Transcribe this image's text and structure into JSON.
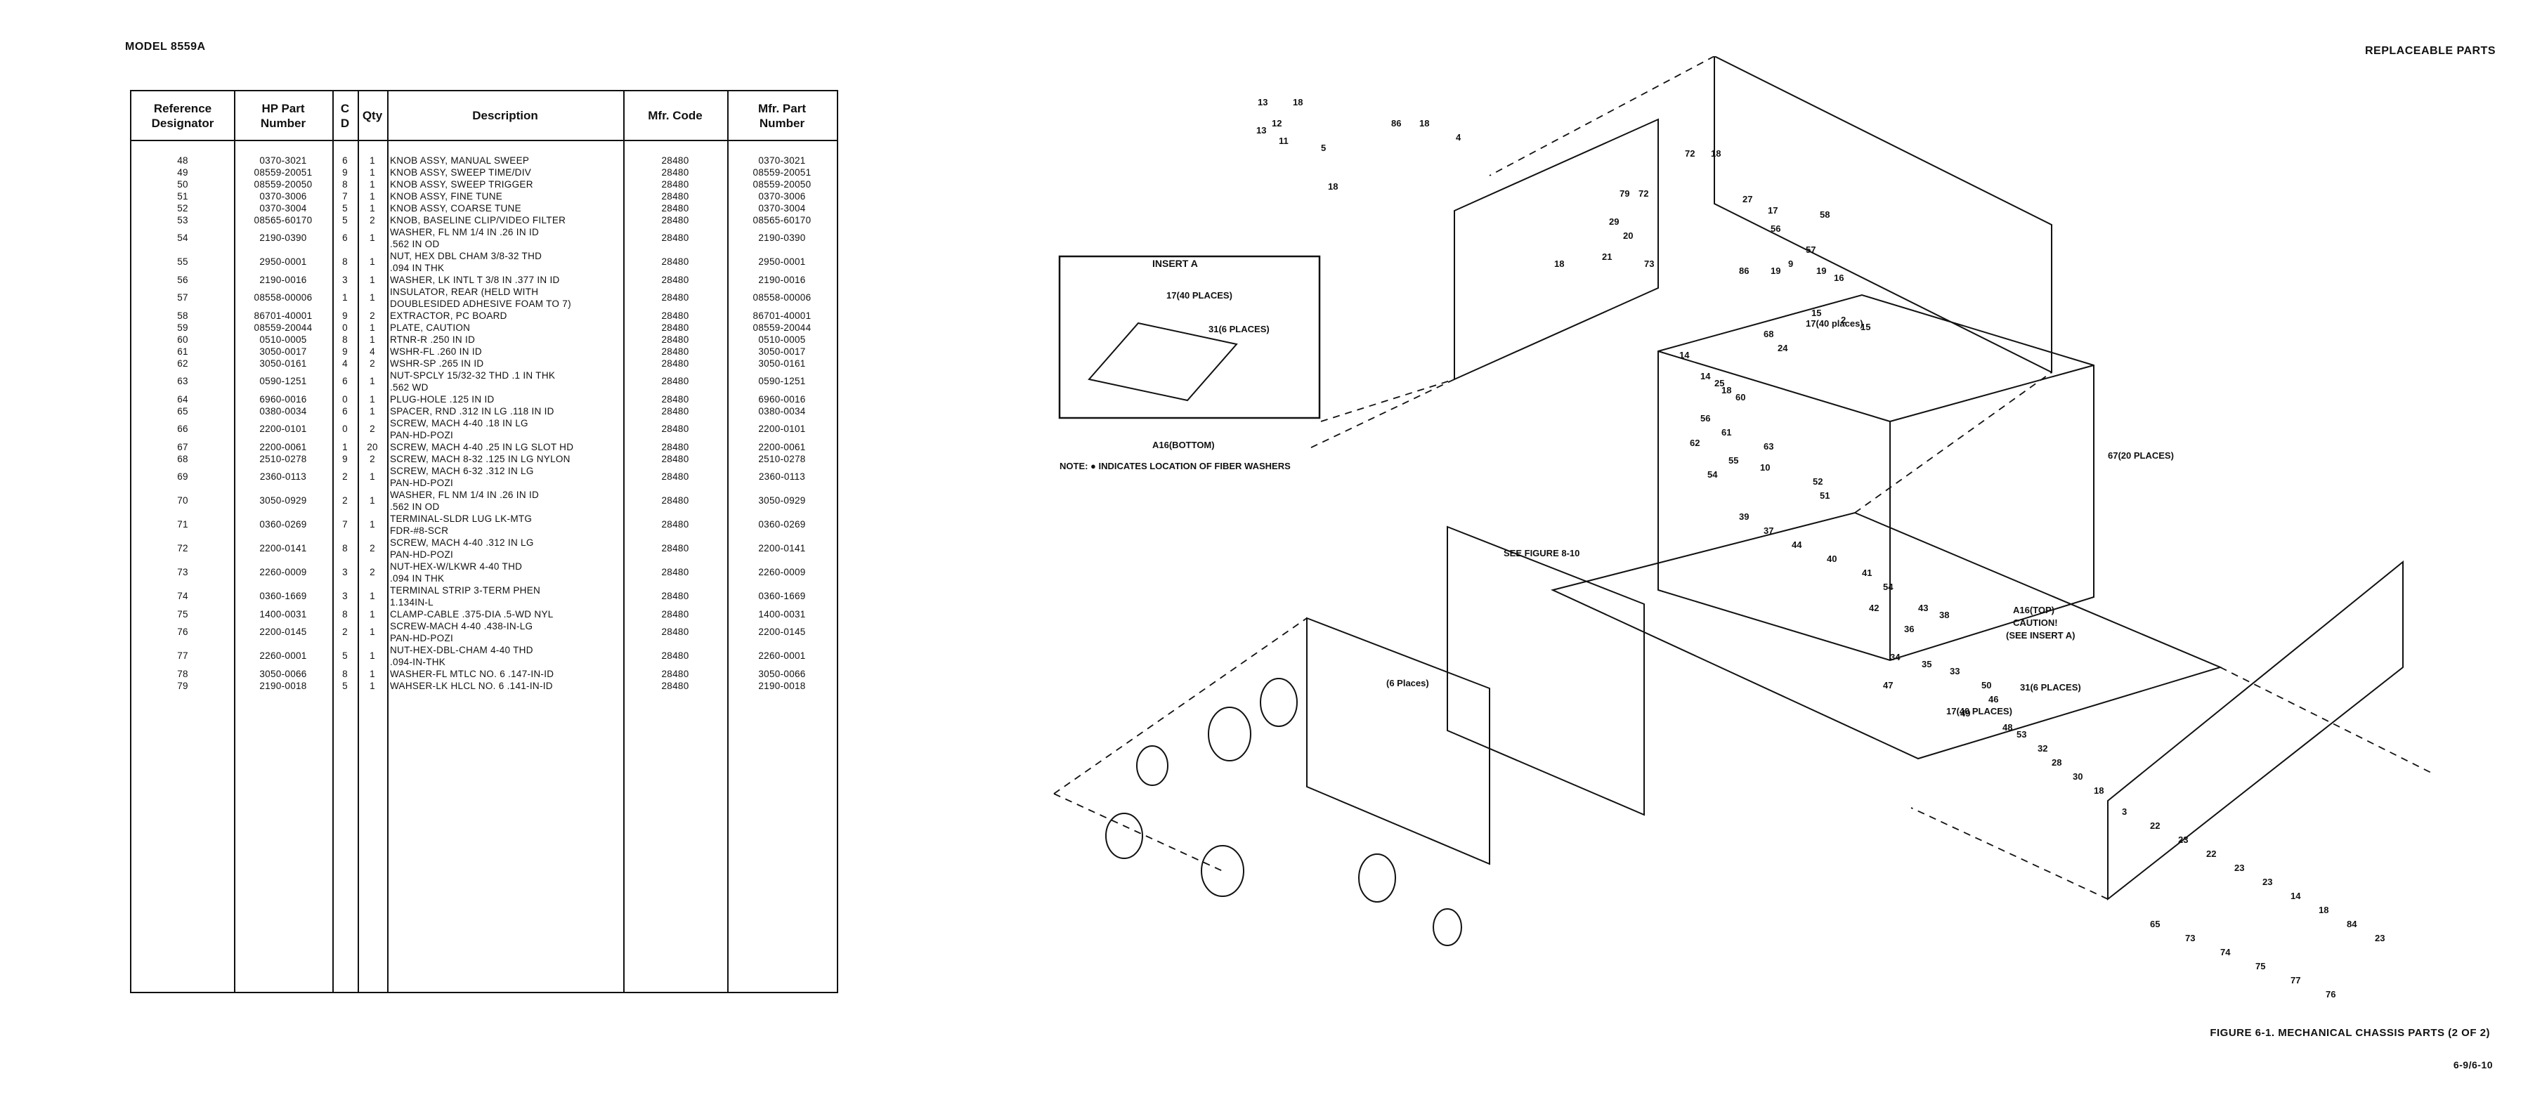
{
  "header": {
    "model": "MODEL 8559A",
    "section": "REPLACEABLE PARTS"
  },
  "table": {
    "columns": [
      "Reference\nDesignator",
      "HP Part\nNumber",
      "C\nD",
      "Qty",
      "Description",
      "Mfr. Code",
      "Mfr. Part\nNumber"
    ],
    "rows": [
      {
        "ref": "48",
        "hp": "0370-3021",
        "cd": "6",
        "qty": "1",
        "desc": [
          "KNOB ASSY, MANUAL SWEEP"
        ],
        "mfr": "28480",
        "mpn": "0370-3021"
      },
      {
        "ref": "49",
        "hp": "08559-20051",
        "cd": "9",
        "qty": "1",
        "desc": [
          "KNOB ASSY, SWEEP TIME/DIV"
        ],
        "mfr": "28480",
        "mpn": "08559-20051"
      },
      {
        "ref": "50",
        "hp": "08559-20050",
        "cd": "8",
        "qty": "1",
        "desc": [
          "KNOB ASSY, SWEEP TRIGGER"
        ],
        "mfr": "28480",
        "mpn": "08559-20050"
      },
      {
        "ref": "51",
        "hp": "0370-3006",
        "cd": "7",
        "qty": "1",
        "desc": [
          "KNOB ASSY, FINE TUNE"
        ],
        "mfr": "28480",
        "mpn": "0370-3006"
      },
      {
        "ref": "52",
        "hp": "0370-3004",
        "cd": "5",
        "qty": "1",
        "desc": [
          "KNOB ASSY, COARSE TUNE"
        ],
        "mfr": "28480",
        "mpn": "0370-3004"
      },
      {
        "ref": "53",
        "hp": "08565-60170",
        "cd": "5",
        "qty": "2",
        "desc": [
          "KNOB, BASELINE CLIP/VIDEO FILTER"
        ],
        "mfr": "28480",
        "mpn": "08565-60170"
      },
      {
        "ref": "54",
        "hp": "2190-0390",
        "cd": "6",
        "qty": "1",
        "desc": [
          "WASHER, FL NM 1/4 IN .26 IN ID",
          "   .562 IN OD"
        ],
        "mfr": "28480",
        "mpn": "2190-0390"
      },
      {
        "ref": "55",
        "hp": "2950-0001",
        "cd": "8",
        "qty": "1",
        "desc": [
          "NUT, HEX DBL CHAM 3/8-32 THD",
          "   .094 IN THK"
        ],
        "mfr": "28480",
        "mpn": "2950-0001"
      },
      {
        "ref": "56",
        "hp": "2190-0016",
        "cd": "3",
        "qty": "1",
        "desc": [
          "WASHER, LK INTL T 3/8 IN .377 IN ID"
        ],
        "mfr": "28480",
        "mpn": "2190-0016"
      },
      {
        "ref": "57",
        "hp": "08558-00006",
        "cd": "1",
        "qty": "1",
        "desc": [
          "INSULATOR, REAR (HELD WITH",
          "   DOUBLESIDED ADHESIVE FOAM TO 7)"
        ],
        "mfr": "28480",
        "mpn": "08558-00006"
      },
      {
        "ref": "58",
        "hp": "86701-40001",
        "cd": "9",
        "qty": "2",
        "desc": [
          "EXTRACTOR, PC BOARD"
        ],
        "mfr": "28480",
        "mpn": "86701-40001"
      },
      {
        "ref": "59",
        "hp": "08559-20044",
        "cd": "0",
        "qty": "1",
        "desc": [
          "PLATE, CAUTION"
        ],
        "mfr": "28480",
        "mpn": "08559-20044"
      },
      {
        "ref": "60",
        "hp": "0510-0005",
        "cd": "8",
        "qty": "1",
        "desc": [
          "RTNR-R .250 IN ID"
        ],
        "mfr": "28480",
        "mpn": "0510-0005"
      },
      {
        "ref": "61",
        "hp": "3050-0017",
        "cd": "9",
        "qty": "4",
        "desc": [
          "WSHR-FL .260 IN ID"
        ],
        "mfr": "28480",
        "mpn": "3050-0017"
      },
      {
        "ref": "62",
        "hp": "3050-0161",
        "cd": "4",
        "qty": "2",
        "desc": [
          "WSHR-SP .265 IN ID"
        ],
        "mfr": "28480",
        "mpn": "3050-0161"
      },
      {
        "ref": "63",
        "hp": "0590-1251",
        "cd": "6",
        "qty": "1",
        "desc": [
          "NUT-SPCLY 15/32-32 THD .1 IN THK",
          "   .562 WD"
        ],
        "mfr": "28480",
        "mpn": "0590-1251"
      },
      {
        "ref": "64",
        "hp": "6960-0016",
        "cd": "0",
        "qty": "1",
        "desc": [
          "PLUG-HOLE .125 IN ID"
        ],
        "mfr": "28480",
        "mpn": "6960-0016"
      },
      {
        "ref": "65",
        "hp": "0380-0034",
        "cd": "6",
        "qty": "1",
        "desc": [
          "SPACER, RND .312 IN LG .118 IN ID"
        ],
        "mfr": "28480",
        "mpn": "0380-0034"
      },
      {
        "ref": "66",
        "hp": "2200-0101",
        "cd": "0",
        "qty": "2",
        "desc": [
          "SCREW, MACH 4-40 .18 IN LG",
          "   PAN-HD-POZI"
        ],
        "mfr": "28480",
        "mpn": "2200-0101"
      },
      {
        "ref": "67",
        "hp": "2200-0061",
        "cd": "1",
        "qty": "20",
        "desc": [
          "SCREW, MACH 4-40 .25 IN LG SLOT HD"
        ],
        "mfr": "28480",
        "mpn": "2200-0061"
      },
      {
        "ref": "68",
        "hp": "2510-0278",
        "cd": "9",
        "qty": "2",
        "desc": [
          "SCREW, MACH 8-32 .125 IN LG NYLON"
        ],
        "mfr": "28480",
        "mpn": "2510-0278"
      },
      {
        "ref": "69",
        "hp": "2360-0113",
        "cd": "2",
        "qty": "1",
        "desc": [
          "SCREW, MACH 6-32 .312 IN LG",
          "   PAN-HD-POZI"
        ],
        "mfr": "28480",
        "mpn": "2360-0113"
      },
      {
        "ref": "70",
        "hp": "3050-0929",
        "cd": "2",
        "qty": "1",
        "desc": [
          "WASHER, FL NM 1/4 IN .26 IN ID",
          "   .562 IN OD"
        ],
        "mfr": "28480",
        "mpn": "3050-0929"
      },
      {
        "ref": "71",
        "hp": "0360-0269",
        "cd": "7",
        "qty": "1",
        "desc": [
          "TERMINAL-SLDR LUG LK-MTG",
          "   FDR-#8-SCR"
        ],
        "mfr": "28480",
        "mpn": "0360-0269"
      },
      {
        "ref": "72",
        "hp": "2200-0141",
        "cd": "8",
        "qty": "2",
        "desc": [
          "SCREW, MACH 4-40 .312 IN LG",
          "   PAN-HD-POZI"
        ],
        "mfr": "28480",
        "mpn": "2200-0141"
      },
      {
        "ref": "73",
        "hp": "2260-0009",
        "cd": "3",
        "qty": "2",
        "desc": [
          "NUT-HEX-W/LKWR 4-40 THD",
          "   .094 IN THK"
        ],
        "mfr": "28480",
        "mpn": "2260-0009"
      },
      {
        "ref": "74",
        "hp": "0360-1669",
        "cd": "3",
        "qty": "1",
        "desc": [
          "TERMINAL STRIP 3-TERM PHEN",
          "   1.134IN-L"
        ],
        "mfr": "28480",
        "mpn": "0360-1669"
      },
      {
        "ref": "75",
        "hp": "1400-0031",
        "cd": "8",
        "qty": "1",
        "desc": [
          "CLAMP-CABLE .375-DIA .5-WD NYL"
        ],
        "mfr": "28480",
        "mpn": "1400-0031"
      },
      {
        "ref": "76",
        "hp": "2200-0145",
        "cd": "2",
        "qty": "1",
        "desc": [
          "SCREW-MACH 4-40 .438-IN-LG",
          "   PAN-HD-POZI"
        ],
        "mfr": "28480",
        "mpn": "2200-0145"
      },
      {
        "ref": "77",
        "hp": "2260-0001",
        "cd": "5",
        "qty": "1",
        "desc": [
          "NUT-HEX-DBL-CHAM 4-40 THD",
          "   .094-IN-THK"
        ],
        "mfr": "28480",
        "mpn": "2260-0001"
      },
      {
        "ref": "78",
        "hp": "3050-0066",
        "cd": "8",
        "qty": "1",
        "desc": [
          "WASHER-FL MTLC NO. 6 .147-IN-ID"
        ],
        "mfr": "28480",
        "mpn": "3050-0066"
      },
      {
        "ref": "79",
        "hp": "2190-0018",
        "cd": "5",
        "qty": "1",
        "desc": [
          "WAHSER-LK HLCL NO. 6 .141-IN-ID"
        ],
        "mfr": "28480",
        "mpn": "2190-0018"
      }
    ]
  },
  "diagram": {
    "insert_title": "INSERT A",
    "insert_labels": [
      "17(40 PLACES)",
      "31(6 PLACES)",
      "A16(BOTTOM)"
    ],
    "note": "NOTE: ● INDICATES LOCATION OF FIBER WASHERS",
    "see_figure": "SEE FIGURE 8-10",
    "places_labels": [
      "17(40 places)",
      "67(20 PLACES)",
      "(6 Places)",
      "31(6 PLACES)",
      "17(40 PLACES)"
    ],
    "caution_labels": [
      "A16(TOP)",
      "CAUTION!",
      "(SEE INSERT A)"
    ],
    "callouts": [
      "13",
      "18",
      "12",
      "13",
      "11",
      "5",
      "18",
      "86",
      "18",
      "4",
      "18",
      "72",
      "18",
      "79",
      "72",
      "20",
      "73",
      "21",
      "29",
      "27",
      "17",
      "56",
      "58",
      "57",
      "19",
      "9",
      "19",
      "86",
      "16",
      "15",
      "2",
      "15",
      "14",
      "18",
      "68",
      "24",
      "14",
      "25",
      "60",
      "56",
      "61",
      "62",
      "63",
      "55",
      "10",
      "54",
      "52",
      "51",
      "39",
      "37",
      "44",
      "40",
      "41",
      "54",
      "42",
      "43",
      "38",
      "36",
      "34",
      "35",
      "33",
      "47",
      "50",
      "46",
      "49",
      "48",
      "53",
      "32",
      "28",
      "30",
      "18",
      "3",
      "22",
      "23",
      "22",
      "23",
      "23",
      "14",
      "18",
      "84",
      "23",
      "74",
      "75",
      "77",
      "76",
      "73",
      "65"
    ]
  },
  "footer": {
    "caption": "FIGURE 6-1.  MECHANICAL CHASSIS PARTS (2 OF 2)",
    "page": "6-9/6-10"
  }
}
